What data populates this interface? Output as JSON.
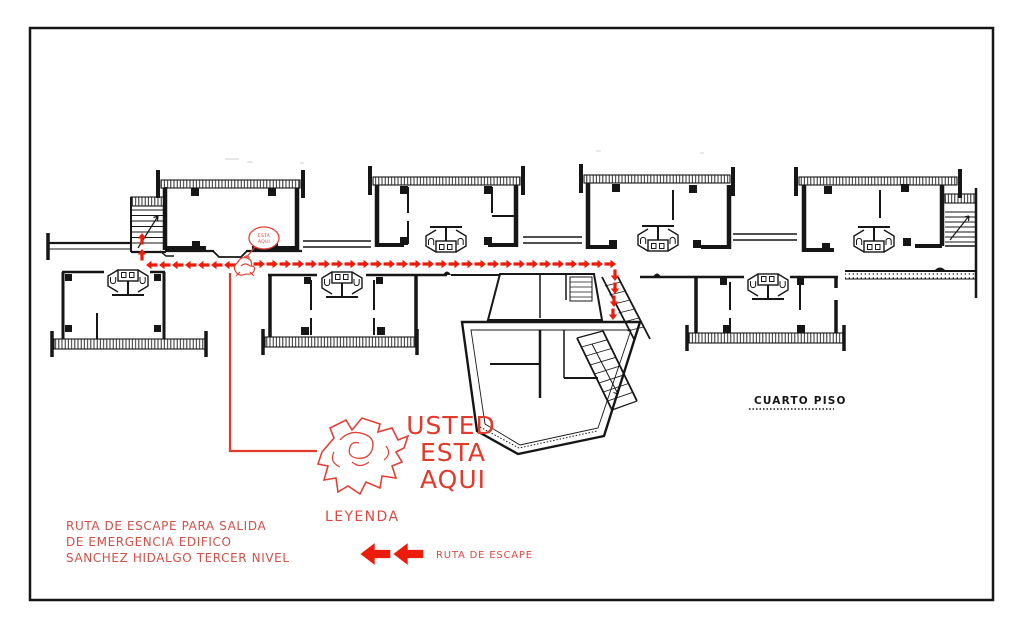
{
  "map": {
    "floor_label": "CUARTO PISO",
    "bubble": {
      "line1": "ESTA",
      "line2": "AQUI"
    }
  },
  "you_are_here": {
    "line1": "USTED",
    "line2": "ESTA",
    "line3": "AQUI"
  },
  "legend": {
    "title": "LEYENDA",
    "route_label": "RUTA DE ESCAPE"
  },
  "note": {
    "line1": "RUTA DE ESCAPE PARA SALIDA",
    "line2": "DE EMERGENCIA EDIFICO",
    "line3": "SANCHEZ HIDALGO TERCER NIVEL"
  },
  "colors": {
    "route_red": "#ec1c0d",
    "annotation_red": "#e04136",
    "handwriting_red": "#cf5149",
    "plan_black": "#161616",
    "background": "#ffffff"
  }
}
